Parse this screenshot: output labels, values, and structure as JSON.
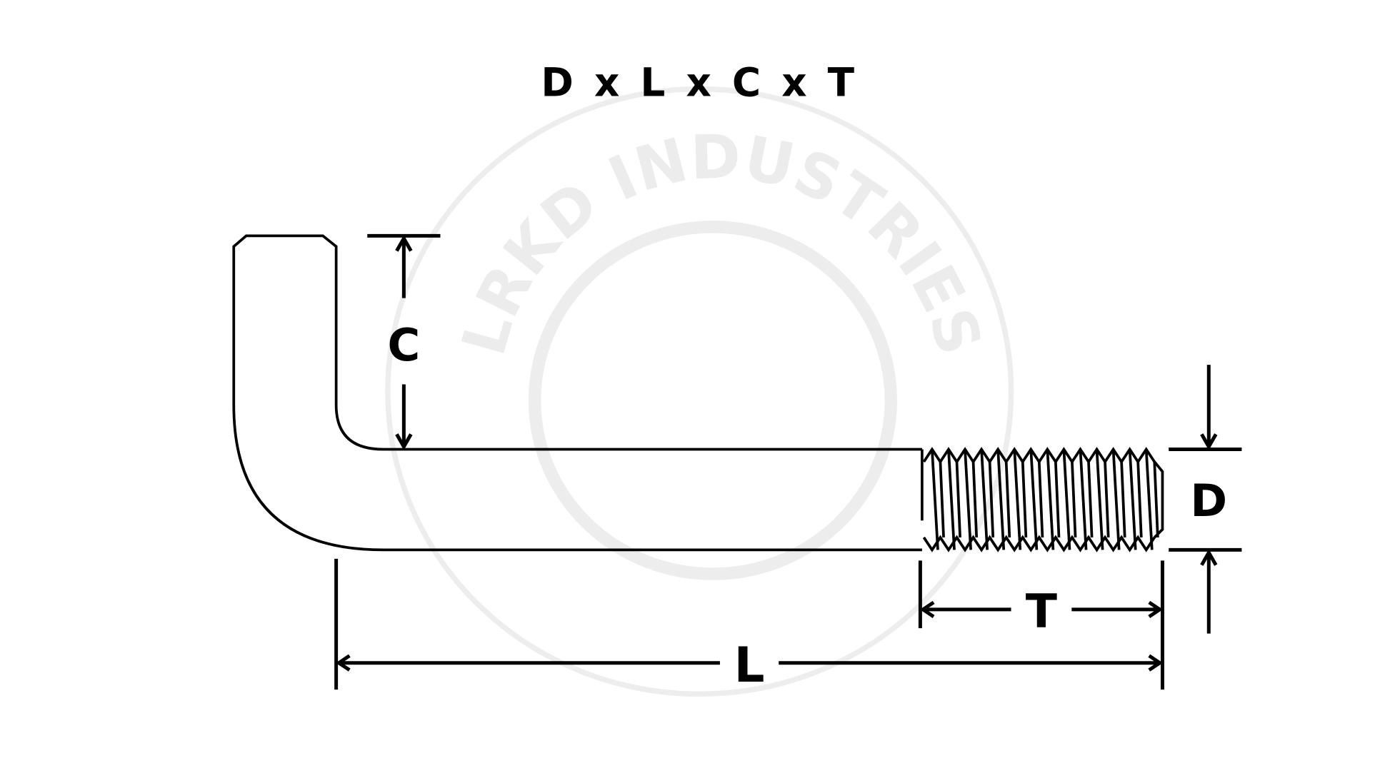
{
  "title": "D x L x C x T",
  "watermark": "LRKD INDUSTRIES",
  "labels": {
    "c": "C",
    "d": "D",
    "t": "T",
    "l": "L"
  },
  "colors": {
    "line": "#000000",
    "watermark": "#ececec",
    "background": "#ffffff"
  }
}
